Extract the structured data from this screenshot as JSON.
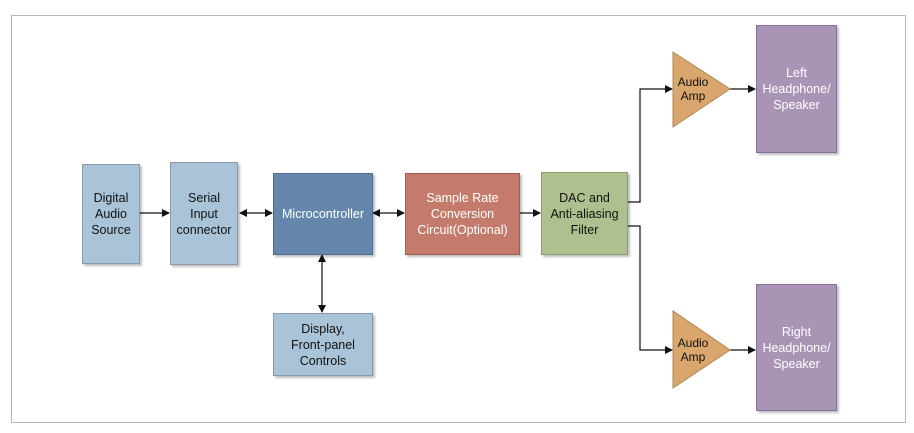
{
  "blocks": {
    "digital_audio_source": "Digital\nAudio\nSource",
    "serial_input_connector": "Serial\nInput\nconnector",
    "microcontroller": "Microcontroller",
    "display_controls": "Display,\nFront-panel\nControls",
    "sample_rate_conversion": "Sample Rate\nConversion\nCircuit(Optional)",
    "dac_filter": "DAC and\nAnti-aliasing\nFilter",
    "left_speaker": "Left\nHeadphone/\nSpeaker",
    "right_speaker": "Right\nHeadphone/\nSpeaker"
  },
  "amplifiers": {
    "top_label": "Audio\nAmp",
    "bottom_label": "Audio\nAmp"
  },
  "colors": {
    "source_blocks": "#a9c4d8",
    "microcontroller": "#6487ab",
    "sample_rate": "#c47b6c",
    "dac": "#adc08e",
    "speakers": "#a994b5",
    "amplifiers": "#d9a66d"
  }
}
